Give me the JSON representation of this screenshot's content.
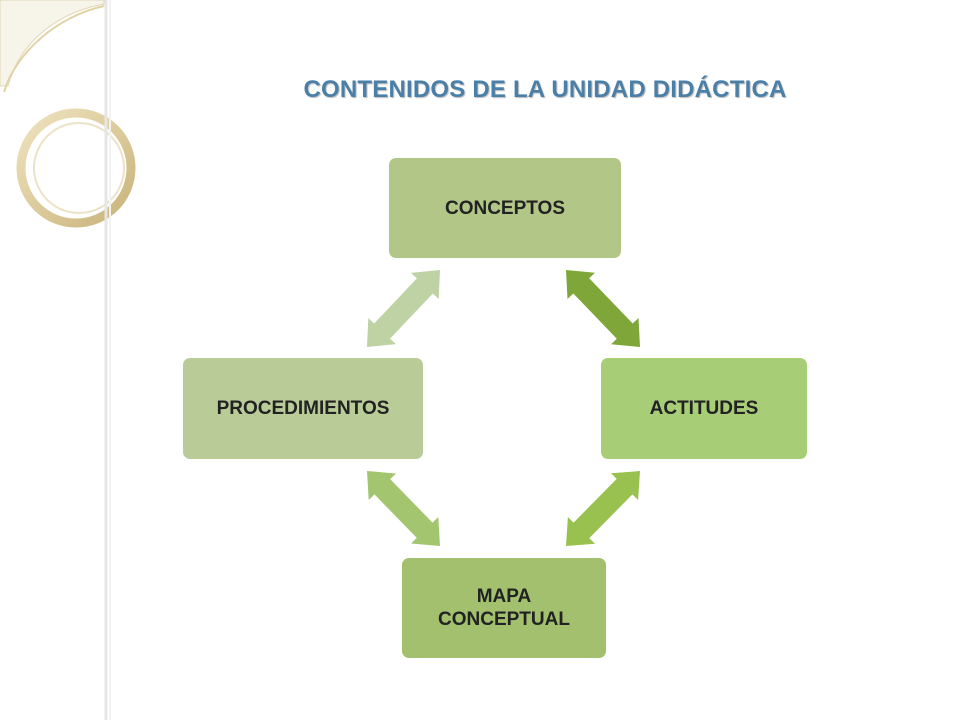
{
  "title": "CONTENIDOS DE LA UNIDAD DIDÁCTICA",
  "nodes": {
    "conceptos": "CONCEPTOS",
    "actitudes": "ACTITUDES",
    "procedimientos": "PROCEDIMIENTOS",
    "mapa": "MAPA CONCEPTUAL"
  },
  "colors": {
    "title": "#4a7fa8",
    "node_conceptos": "#b2c687",
    "node_actitudes": "#a7cd77",
    "node_procedimientos": "#b9cc98",
    "node_mapa": "#a2c06e",
    "arrow_conceptos_actitudes": "#7fa638",
    "arrow_actitudes_mapa": "#99c150",
    "arrow_mapa_procedimientos": "#a3c570",
    "arrow_procedimientos_conceptos": "#bed2a4",
    "deco_ring": "#d9c89a",
    "deco_line": "#e3e3e3"
  }
}
